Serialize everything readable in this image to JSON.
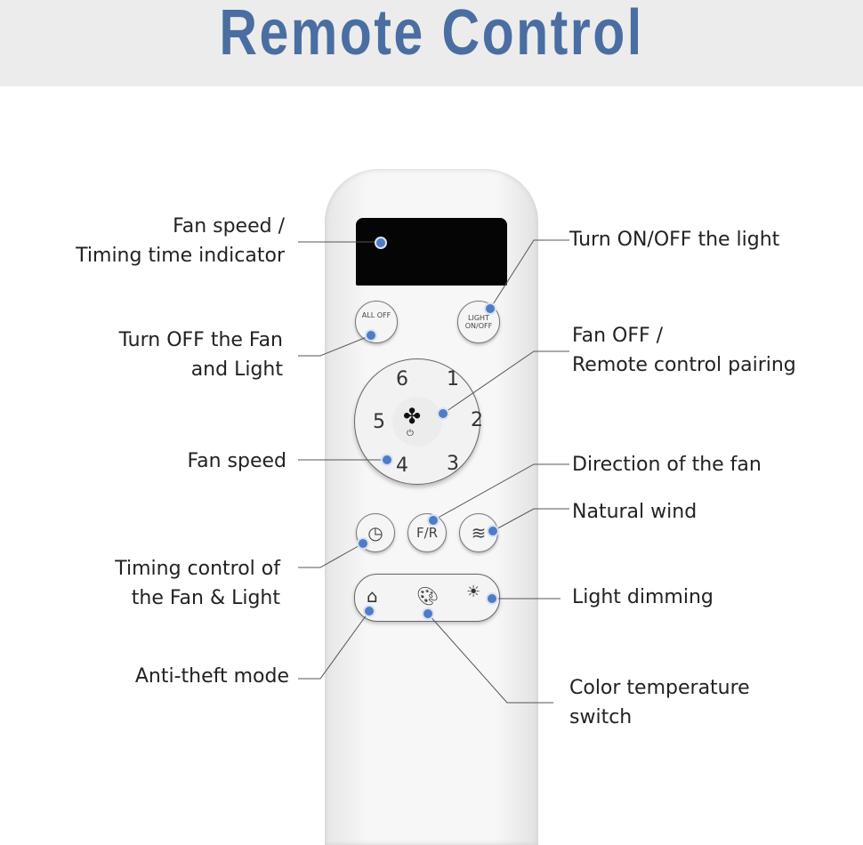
{
  "title": "Remote Control",
  "buttons": {
    "all_off": "ALL OFF",
    "light_1": "LIGHT",
    "light_2": "ON/OFF",
    "fr": "F/R",
    "speeds": [
      "1",
      "2",
      "3",
      "4",
      "5",
      "6"
    ]
  },
  "labels": {
    "indicator_1": "Fan speed /",
    "indicator_2": "Timing time indicator",
    "light": "Turn ON/OFF the light",
    "alloff_1": "Turn OFF the Fan",
    "alloff_2": "and Light",
    "fanoff_1": "Fan OFF /",
    "fanoff_2": "Remote control pairing",
    "fan_speed": "Fan speed",
    "direction": "Direction of the fan",
    "natural": "Natural wind",
    "timing_1": "Timing control of",
    "timing_2": "the Fan & Light",
    "dimming": "Light dimming",
    "antitheft": "Anti-theft mode",
    "color_1": "Color temperature",
    "color_2": "switch"
  },
  "colors": {
    "accent": "#4a6ea2",
    "dot": "#4f7cc4"
  }
}
